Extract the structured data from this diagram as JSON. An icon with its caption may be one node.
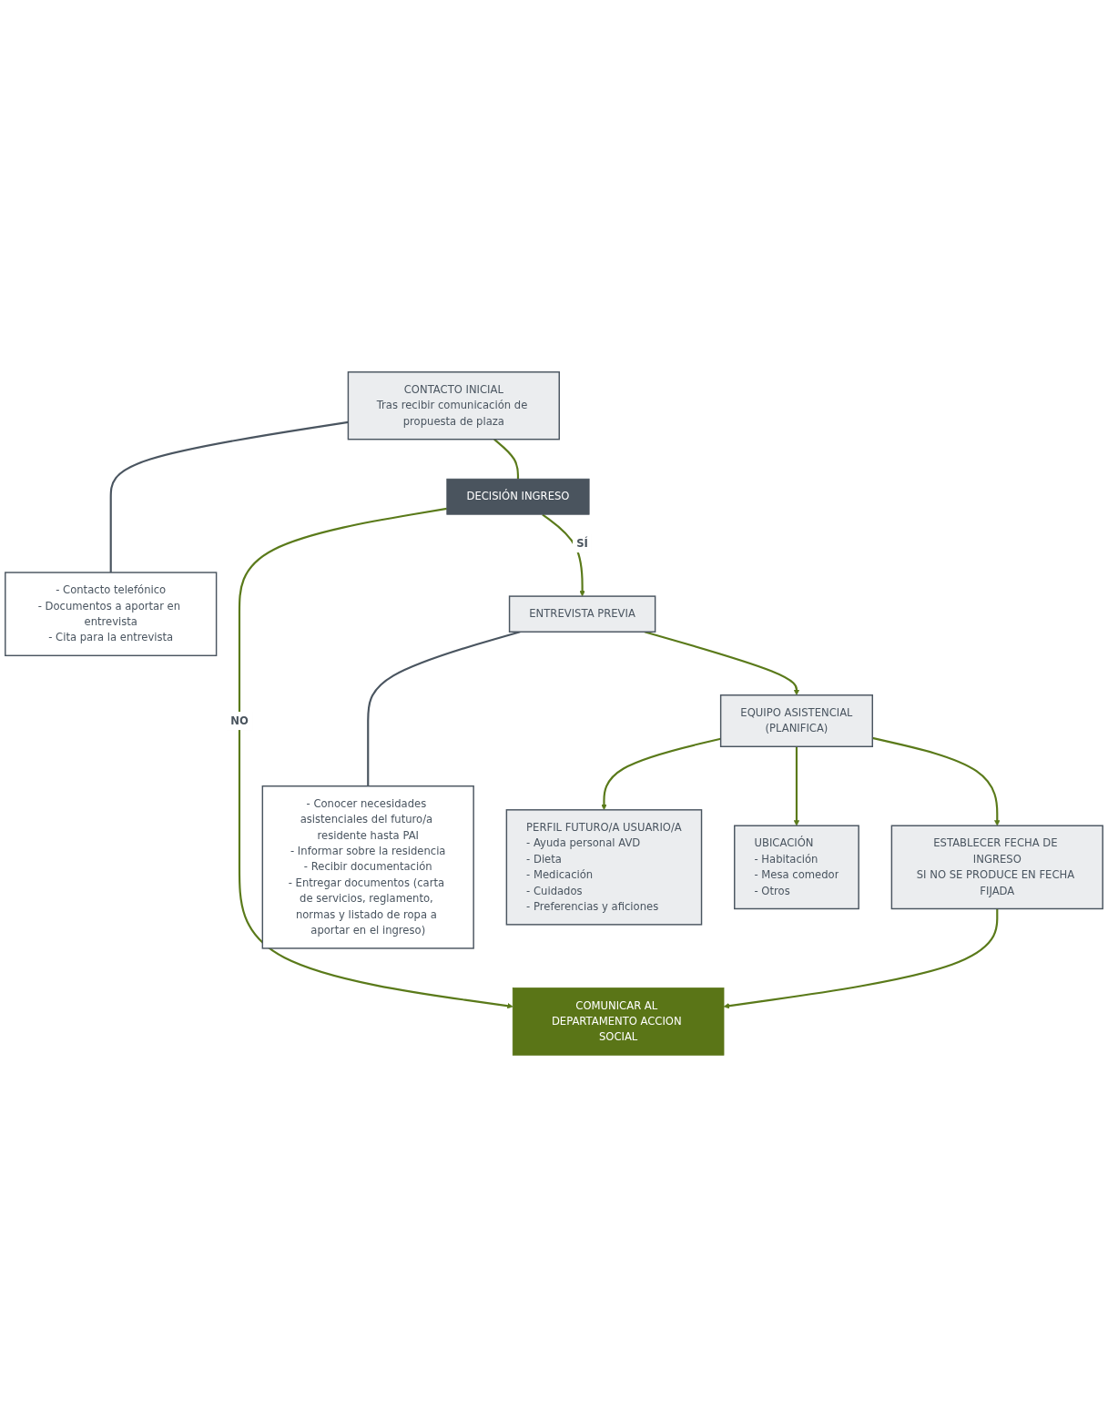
{
  "diagram": {
    "nodes": [
      {
        "text": [
          "CONTACTO INICIAL",
          "Tras recibir comunicación de propuesta de plaza"
        ]
      },
      {
        "text": [
          "- Contacto telefónico",
          "- Documentos a aportar en entrevista",
          "- Cita para la entrevista"
        ]
      },
      {
        "text": [
          "DECISIÓN INGRESO"
        ]
      },
      {
        "text": [
          "COMUNICAR AL DEPARTAMENTO ACCION SOCIAL"
        ]
      },
      {
        "text": [
          "ENTREVISTA PREVIA"
        ]
      },
      {
        "text": [
          "- Conocer necesidades asistenciales del futuro/a residente hasta PAI",
          "- Informar sobre la residencia",
          "- Recibir documentación",
          "- Entregar documentos (carta de servicios, reglamento, normas y listado de ropa a aportar en el ingreso)"
        ]
      },
      {
        "text": [
          "EQUIPO ASISTENCIAL",
          "(PLANIFICA)"
        ]
      },
      {
        "text": [
          "PERFIL FUTURO/A USUARIO/A",
          "- Ayuda personal AVD",
          "- Dieta",
          "- Medicación",
          "- Cuidados",
          "- Preferencias y aficiones"
        ]
      },
      {
        "text": [
          "UBICACIÓN",
          "- Habitación",
          "- Mesa comedor",
          "- Otros"
        ]
      },
      {
        "text": [
          "ESTABLECER FECHA DE INGRESO",
          "SI NO SE PRODUCE EN FECHA FIJADA"
        ]
      }
    ],
    "edges": [
      {
        "from": 0,
        "to": 1,
        "arrow": "none",
        "color": "#4a5560"
      },
      {
        "from": 0,
        "to": 2,
        "arrow": "none"
      },
      {
        "from": 2,
        "to": 3,
        "arrow": "to",
        "label": "NO"
      },
      {
        "from": 2,
        "to": 4,
        "arrow": "to",
        "label": "SÍ"
      },
      {
        "from": 4,
        "to": 5,
        "arrow": "none",
        "color": "#4a5560"
      },
      {
        "from": 4,
        "to": 6,
        "arrow": "to"
      },
      {
        "from": 6,
        "to": 7,
        "arrow": "to"
      },
      {
        "from": 6,
        "to": 8,
        "arrow": "to"
      },
      {
        "from": 6,
        "to": 9,
        "arrow": "to"
      },
      {
        "from": 9,
        "to": 3,
        "arrow": "to"
      }
    ]
  }
}
